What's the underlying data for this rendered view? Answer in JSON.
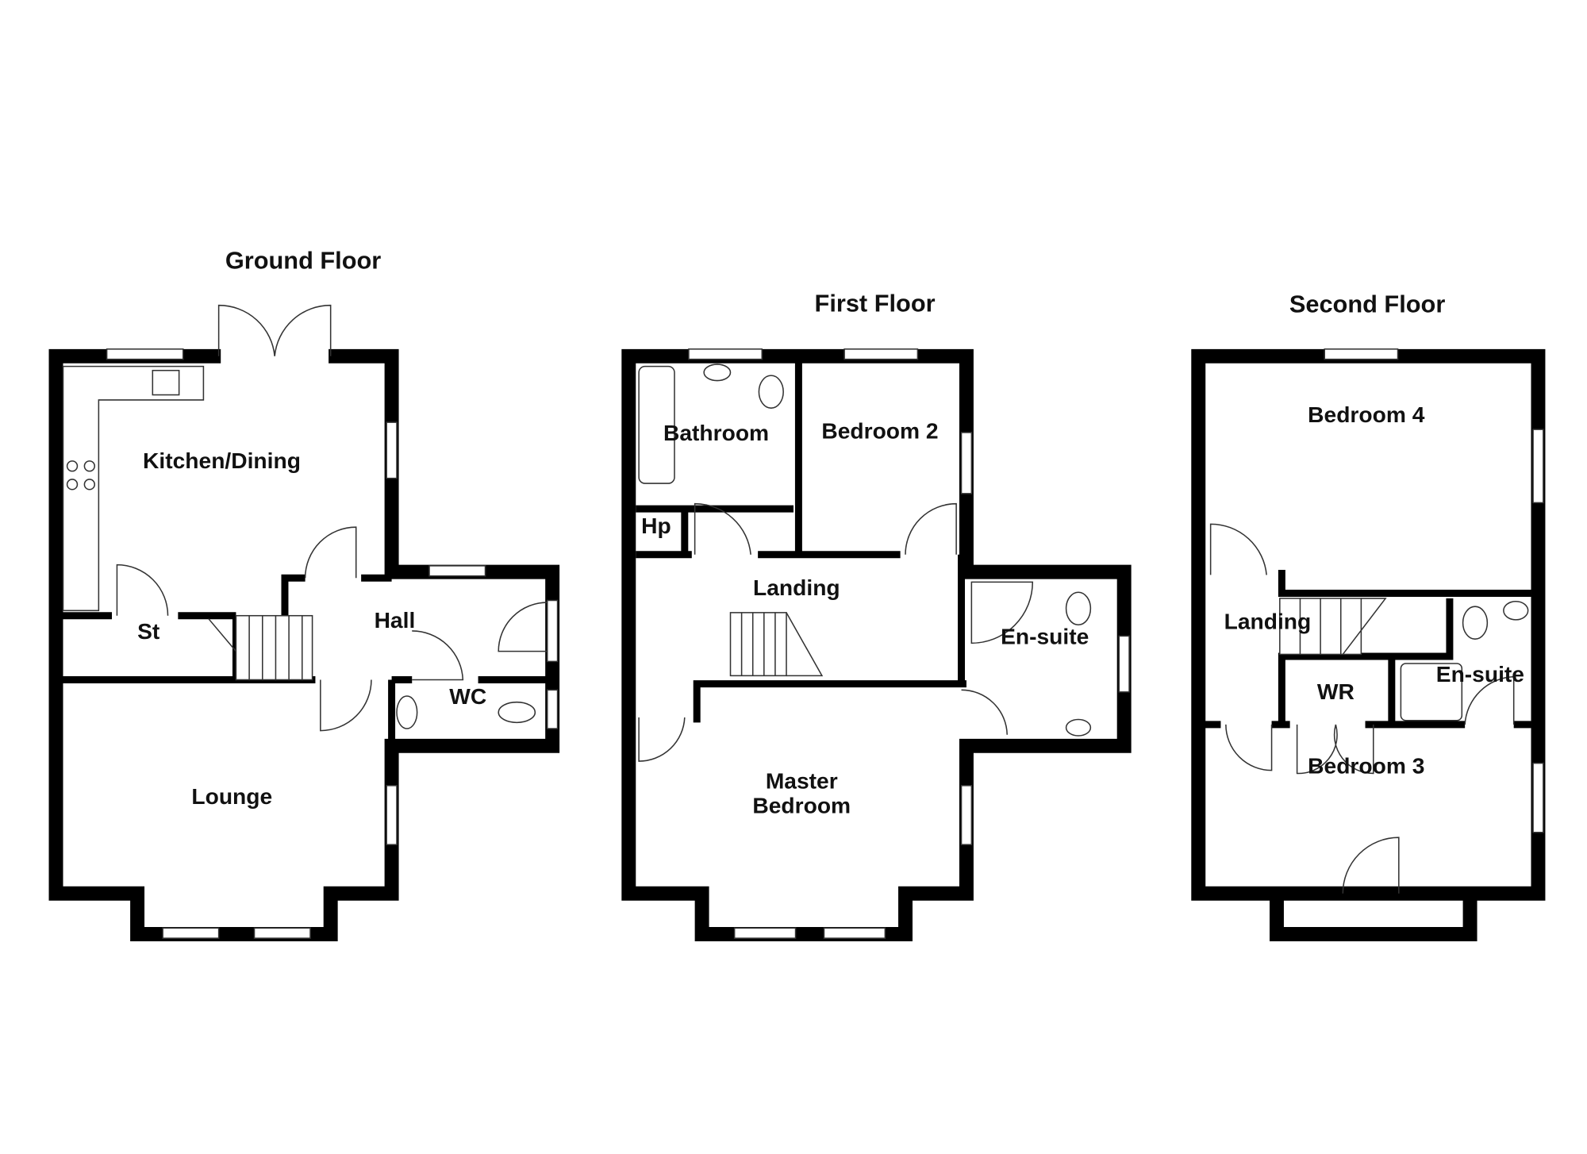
{
  "floors": [
    {
      "title": "Ground Floor",
      "rooms": [
        "Kitchen/Dining",
        "St",
        "Hall",
        "WC",
        "Lounge"
      ]
    },
    {
      "title": "First Floor",
      "rooms": [
        "Bathroom",
        "Bedroom 2",
        "Hp",
        "Landing",
        "En-suite",
        "Master",
        "Bedroom"
      ]
    },
    {
      "title": "Second Floor",
      "rooms": [
        "Bedroom 4",
        "Landing",
        "WR",
        "En-suite",
        "Bedroom 3"
      ]
    }
  ]
}
